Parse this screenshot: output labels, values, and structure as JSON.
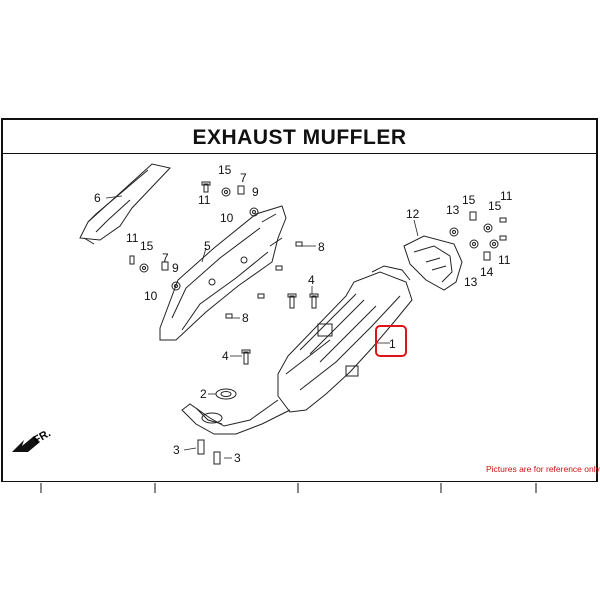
{
  "title": "EXHAUST MUFFLER",
  "note": "Pictures are for reference only",
  "direction_label": "FR.",
  "highlight_color": "#e0131b",
  "callouts": {
    "c1": "1",
    "c2": "2",
    "c3a": "3",
    "c3b": "3",
    "c4a": "4",
    "c4b": "4",
    "c5": "5",
    "c6": "6",
    "c7a": "7",
    "c7b": "7",
    "c8a": "8",
    "c8b": "8",
    "c9a": "9",
    "c9b": "9",
    "c10a": "10",
    "c10b": "10",
    "c11a": "11",
    "c11b": "11",
    "c11c": "11",
    "c11d": "11",
    "c12": "12",
    "c13a": "13",
    "c13b": "13",
    "c14": "14",
    "c15a": "15",
    "c15b": "15",
    "c15c": "15",
    "c15d": "15"
  }
}
